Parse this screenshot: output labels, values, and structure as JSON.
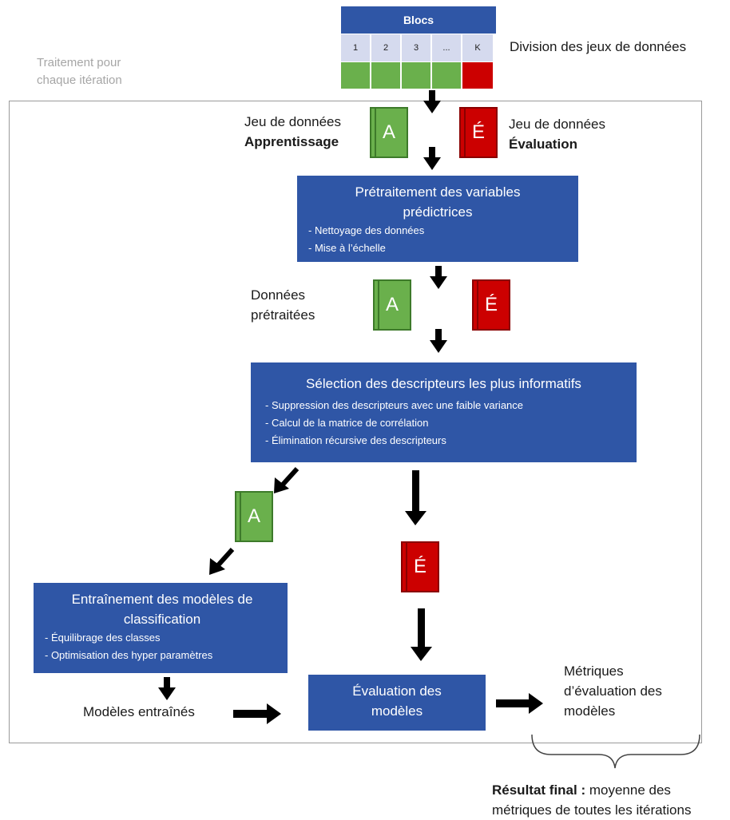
{
  "blocs": {
    "header": "Blocs",
    "cells": [
      "1",
      "2",
      "3",
      "...",
      "K"
    ],
    "colors": [
      "#6ab04c",
      "#6ab04c",
      "#6ab04c",
      "#6ab04c",
      "#cc0000"
    ],
    "caption": "Division des jeux de données"
  },
  "loop_caption": [
    "Traitement pour",
    "chaque itération"
  ],
  "train_set": {
    "line1": "Jeu de données",
    "line2": "Apprentissage",
    "letter": "A"
  },
  "eval_set": {
    "line1": "Jeu de données",
    "line2": "Évaluation",
    "letter": "É"
  },
  "preprocess": {
    "title_l1": "Prétraitement des variables",
    "title_l2": "prédictrices",
    "items": [
      "-   Nettoyage des données",
      "-   Mise à l’échelle"
    ]
  },
  "preprocessed": {
    "line1": "Données",
    "line2": "prétraitées"
  },
  "selection": {
    "title": "Sélection des descripteurs les plus informatifs",
    "items": [
      "-   Suppression des descripteurs avec une faible variance",
      "-   Calcul de la matrice de corrélation",
      "-   Élimination récursive des descripteurs"
    ]
  },
  "training": {
    "title_l1": "Entraînement des modèles de",
    "title_l2": "classification",
    "items": [
      "- Équilibrage des classes",
      "- Optimisation des hyper paramètres"
    ]
  },
  "trained_models": "Modèles entraînés",
  "evaluation": {
    "title_l1": "Évaluation des",
    "title_l2": "modèles"
  },
  "metrics": [
    "Métriques",
    "d’évaluation des",
    "modèles"
  ],
  "result": {
    "label": "Résultat final :",
    "text_l1": " moyenne des",
    "text_l2": "métriques de toutes les itérations"
  },
  "colors": {
    "process_blue": "#2f56a6",
    "train_green": "#6ab04c",
    "eval_red": "#cc0000",
    "header_light": "#d5daee"
  }
}
